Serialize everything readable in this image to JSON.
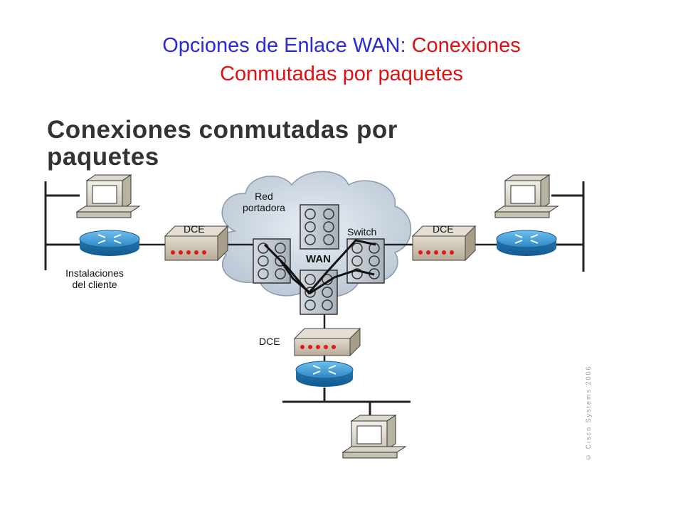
{
  "title": {
    "blue_part": "Opciones de Enlace WAN:",
    "red_part": "Conexiones Conmutadas por paquetes"
  },
  "figure": {
    "heading_line1": "Conexiones conmutadas por",
    "heading_line2": "paquetes",
    "labels": {
      "red_portadora_1": "Red",
      "red_portadora_2": "portadora",
      "switch": "Switch",
      "wan": "WAN",
      "dce_left": "DCE",
      "dce_right": "DCE",
      "dce_bottom": "DCE",
      "customer_1": "Instalaciones",
      "customer_2": "del cliente"
    },
    "copyright": "© Cisco Systems 2006"
  },
  "colors": {
    "title_blue": "#2a2ad8",
    "title_red": "#e01010",
    "router_blue": "#2f8fc8",
    "dce_box": "#c9bfae",
    "dce_led": "#e01818",
    "cloud": "#cfd8e3",
    "switch_body": "#bcc6cf"
  }
}
